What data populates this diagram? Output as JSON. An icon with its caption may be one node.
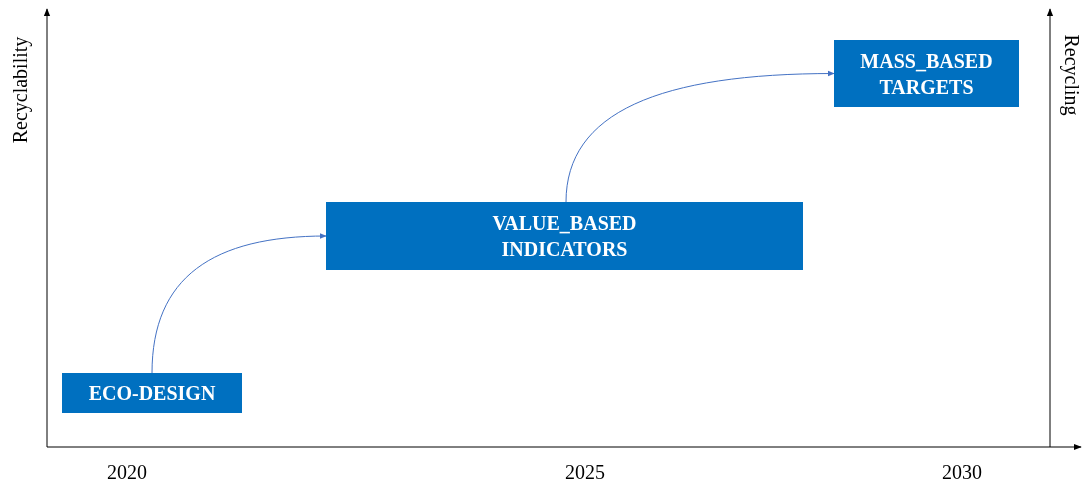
{
  "diagram": {
    "nodes": [
      {
        "text": [
          "ECO-DESIGN"
        ]
      },
      {
        "text": [
          "VALUE_BASED INDICATORS"
        ]
      },
      {
        "text": [
          "MASS_BASED TARGETS"
        ]
      }
    ],
    "edges": [
      {
        "from": 0,
        "to": 1,
        "arrow": "to"
      },
      {
        "from": 1,
        "to": 2,
        "arrow": "to"
      }
    ],
    "labels": [
      "Recyclability",
      "Recycling",
      "2020",
      "2025",
      "2030"
    ]
  }
}
